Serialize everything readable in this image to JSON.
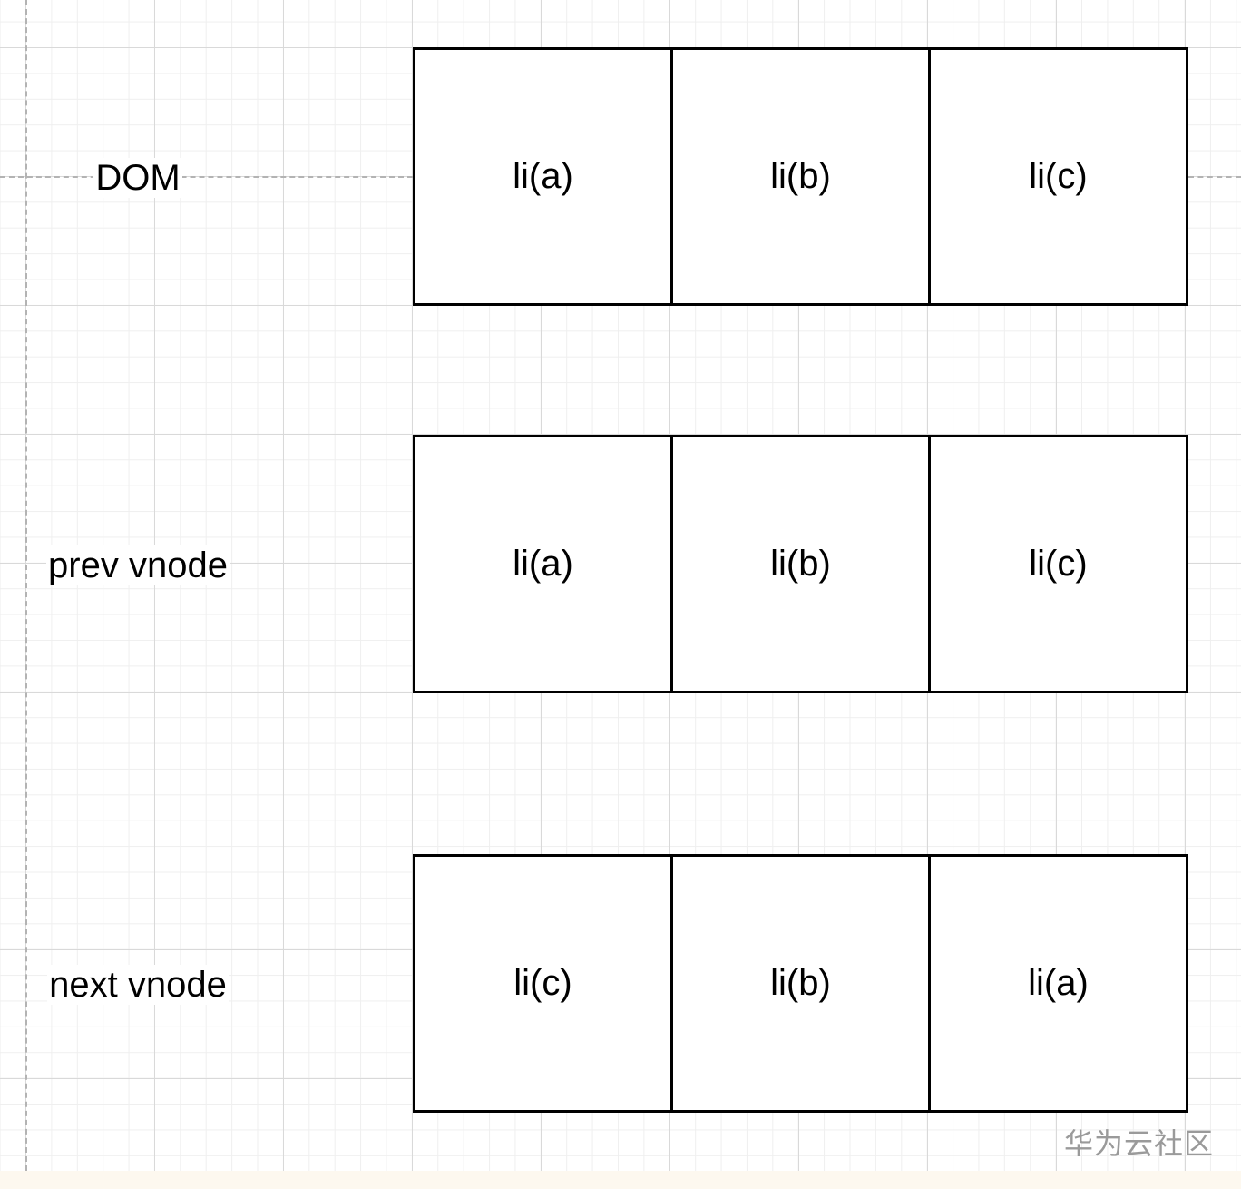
{
  "rows": [
    {
      "label": "DOM",
      "cells": [
        "li(a)",
        "li(b)",
        "li(c)"
      ]
    },
    {
      "label": "prev vnode",
      "cells": [
        "li(a)",
        "li(b)",
        "li(c)"
      ]
    },
    {
      "label": "next vnode",
      "cells": [
        "li(c)",
        "li(b)",
        "li(a)"
      ]
    }
  ],
  "watermark": "华为云社区",
  "colors": {
    "grid_major": "#d9d9d9",
    "grid_minor": "#efefef",
    "guide": "#b3b3b3",
    "stroke": "#000000",
    "watermark": "#9a9a9a"
  }
}
